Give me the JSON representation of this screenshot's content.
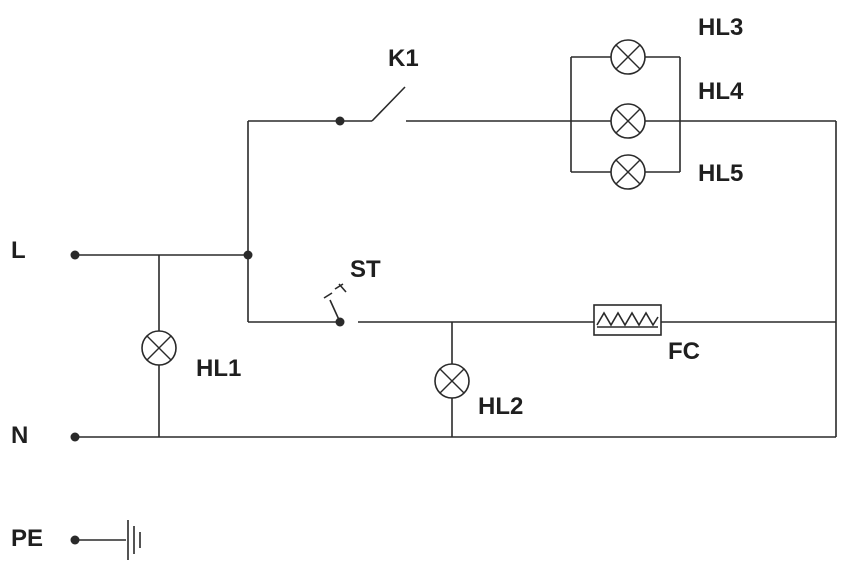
{
  "terminals": {
    "line": "L",
    "neutral": "N",
    "earth": "PE"
  },
  "components": {
    "switch": "K1",
    "thermostat": "ST",
    "heater": "FC",
    "lamps": [
      "HL1",
      "HL2",
      "HL3",
      "HL4",
      "HL5"
    ]
  }
}
